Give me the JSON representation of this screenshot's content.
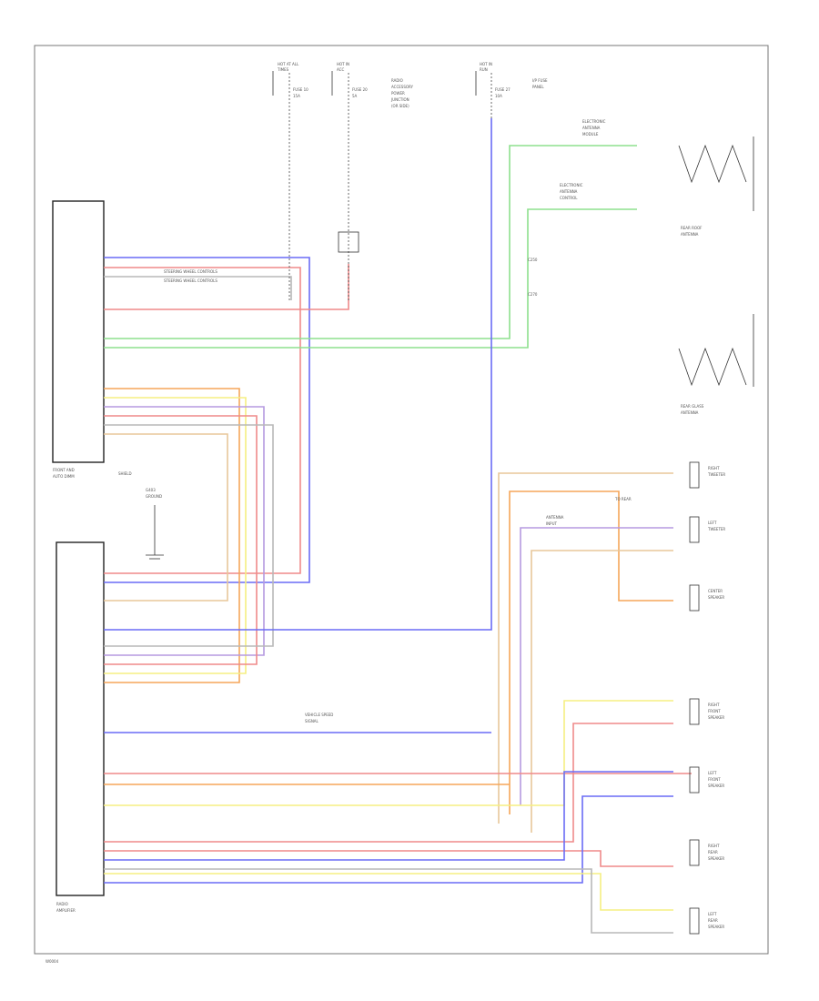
{
  "units": {
    "head_unit": [
      "FRONT AND",
      "AUTO DIMM"
    ],
    "amplifier": [
      "RADIO",
      "AMPLIFIER"
    ],
    "ground": [
      "G403",
      "GROUND"
    ],
    "splice": [
      "TO REAR"
    ]
  },
  "fuses": [
    [
      "HOT AT ALL",
      "TIMES"
    ],
    [
      "HOT IN",
      "ACC"
    ],
    [
      "HOT IN",
      "RUN"
    ]
  ],
  "fuse_details": [
    [
      "FUSE 10",
      "15A"
    ],
    [
      "FUSE 20",
      "5A"
    ],
    [
      "FUSE 27",
      "10A"
    ]
  ],
  "fuse_notes": [
    [
      "RADIO",
      "ACCESSORY",
      "POWER",
      "JUNCTION",
      "(OR SIDE)"
    ],
    [
      "I/P FUSE",
      "PANEL"
    ]
  ],
  "antenna": {
    "labels": [
      [
        "ELECTRONIC",
        "ANTENNA",
        "MODULE"
      ],
      [
        "ELECTRONIC",
        "ANTENNA",
        "CONTROL"
      ]
    ],
    "connector": [
      "C250",
      "C270"
    ]
  },
  "rear_speakers_top": [
    [
      "REAR ROOF",
      "ANTENNA"
    ],
    [
      "REAR GLASS",
      "ANTENNA"
    ]
  ],
  "tweeters": [
    [
      "RIGHT",
      "TWEETER"
    ],
    [
      "LEFT",
      "TWEETER"
    ],
    [
      "CENTER",
      "SPEAKER"
    ]
  ],
  "door_speakers": [
    [
      "RIGHT",
      "FRONT",
      "SPEAKER"
    ],
    [
      "LEFT",
      "FRONT",
      "SPEAKER"
    ],
    [
      "RIGHT",
      "REAR",
      "SPEAKER"
    ],
    [
      "LEFT",
      "REAR",
      "SPEAKER"
    ]
  ],
  "notes": {
    "antenna_in": [
      "ANTENNA",
      "INPUT"
    ],
    "steering_1": "STEERING WHEEL CONTROLS",
    "steering_2": "STEERING WHEEL CONTROLS",
    "speed_signal": [
      "VEHICLE SPEED",
      "SIGNAL"
    ],
    "shield": "SHIELD",
    "ground_lbl": "GROUND",
    "rear_lbl": "TO REAR",
    "footer": "W0004"
  },
  "colors": {
    "blue": "#6a6cf5",
    "red": "#ef8a8a",
    "green": "#8ee08e",
    "orange": "#f5a65a",
    "yellow": "#f5ef82",
    "gray": "#b8b8b8",
    "violet": "#b59ae0",
    "tan": "#e8c79a"
  }
}
